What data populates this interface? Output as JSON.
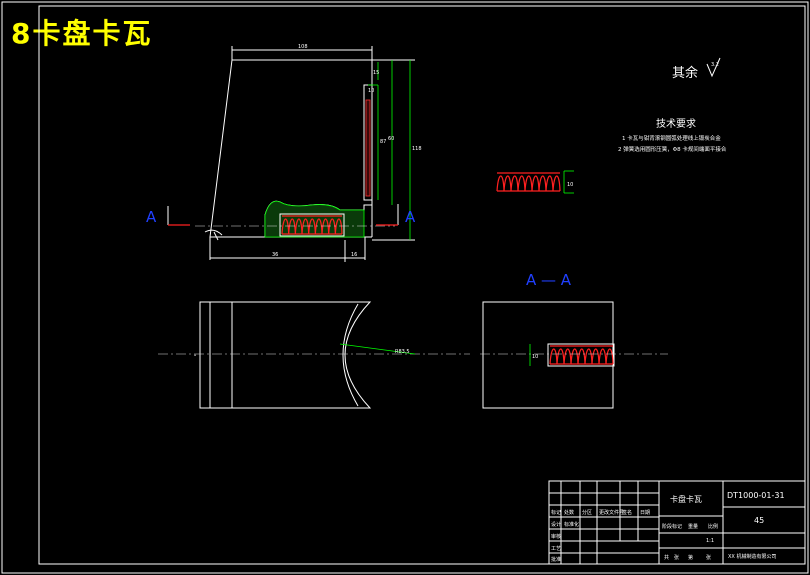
{
  "title": "8卡盘卡瓦",
  "surface_finish": {
    "label": "其余",
    "value": "3.2"
  },
  "tech_requirements": {
    "heading": "技术要求",
    "items": [
      "1 卡瓦与钳背滚钢圆弧处理线上锻炭合金",
      "2 弹簧选用圆形压簧，Φ8 卡规间端面平接合"
    ]
  },
  "section_marks": {
    "left": "A",
    "right": "A",
    "section_title": "A — A"
  },
  "dimensions": {
    "top_width": "108",
    "h_small": "15",
    "h_small2": "10",
    "h_mid": "60",
    "h_total": "118",
    "h_inner": "87",
    "bottom_width": "36",
    "bottom_right": "16",
    "spring_height": "10",
    "section_dim": "10",
    "radius": "R83.5"
  },
  "title_block": {
    "part_name": "卡盘卡瓦",
    "drawing_no": "DT1000-01-31",
    "material": "45",
    "scale": "1:1",
    "row_labels": [
      "标记",
      "处数",
      "分区",
      "更改文件号",
      "签名",
      "日期"
    ],
    "person_labels": [
      "设计",
      "标准化",
      "审核",
      "工艺",
      "批准"
    ],
    "stage_labels": [
      "阶段标记",
      "重量",
      "比例"
    ],
    "sheet_labels": [
      "共",
      "张",
      "第",
      "张"
    ],
    "company": "XX 机械制造有限公司"
  }
}
